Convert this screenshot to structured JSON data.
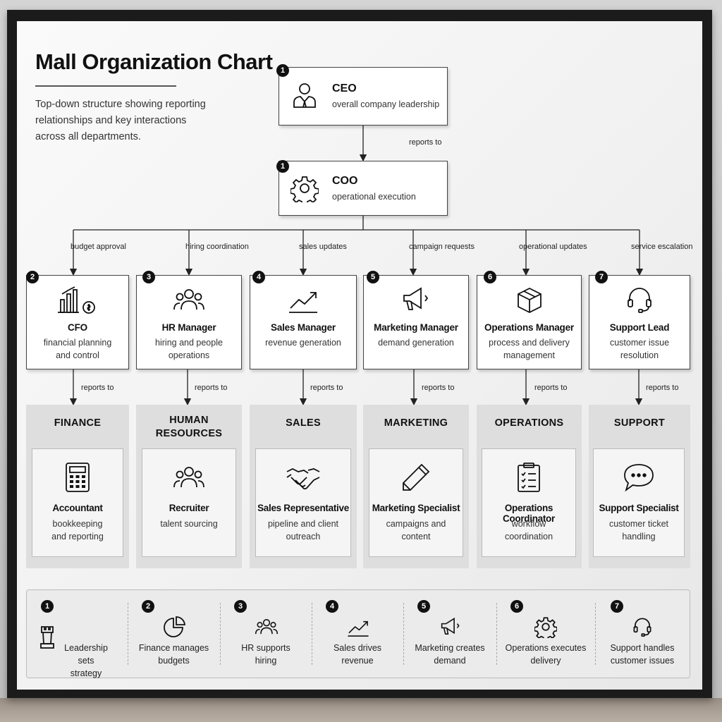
{
  "title": "Mall Organization Chart",
  "subtitle_lines": [
    "Top-down structure showing reporting",
    "relationships and key interactions",
    "across all departments."
  ],
  "exec": [
    {
      "badge": "1",
      "title": "CEO",
      "desc": "overall company leadership",
      "icon": "executive-person-icon"
    },
    {
      "badge": "1",
      "title": "COO",
      "desc": "operational execution",
      "icon": "gear-icon"
    }
  ],
  "ceo_coo_label": "reports to",
  "managers": [
    {
      "badge": "2",
      "title": "CFO",
      "desc_lines": [
        "financial planning",
        "and control"
      ],
      "link_label": "budget approval",
      "icon": "finance-chart-icon"
    },
    {
      "badge": "3",
      "title": "HR Manager",
      "desc_lines": [
        "hiring and people",
        "operations"
      ],
      "link_label": "hiring coordination",
      "icon": "people-group-icon"
    },
    {
      "badge": "4",
      "title": "Sales Manager",
      "desc_lines": [
        "revenue generation"
      ],
      "link_label": "sales updates",
      "icon": "trend-up-icon"
    },
    {
      "badge": "5",
      "title": "Marketing Manager",
      "desc_lines": [
        "demand generation"
      ],
      "link_label": "campaign requests",
      "icon": "megaphone-icon"
    },
    {
      "badge": "6",
      "title": "Operations Manager",
      "desc_lines": [
        "process and delivery",
        "management"
      ],
      "link_label": "operational updates",
      "icon": "box-icon"
    },
    {
      "badge": "7",
      "title": "Support Lead",
      "desc_lines": [
        "customer issue",
        "resolution"
      ],
      "link_label": "service escalation",
      "icon": "headset-icon"
    }
  ],
  "dept_reports_label": "reports to",
  "departments": [
    {
      "name_lines": [
        "FINANCE"
      ],
      "role": "Accountant",
      "desc_lines": [
        "bookkeeping",
        "and reporting"
      ],
      "icon": "calculator-icon"
    },
    {
      "name_lines": [
        "HUMAN",
        "RESOURCES"
      ],
      "role": "Recruiter",
      "desc_lines": [
        "talent sourcing"
      ],
      "icon": "people-group-icon"
    },
    {
      "name_lines": [
        "SALES"
      ],
      "role": "Sales Representative",
      "desc_lines": [
        "pipeline and client",
        "outreach"
      ],
      "icon": "handshake-icon"
    },
    {
      "name_lines": [
        "MARKETING"
      ],
      "role": "Marketing Specialist",
      "desc_lines": [
        "campaigns and",
        "content"
      ],
      "icon": "pencil-icon"
    },
    {
      "name_lines": [
        "OPERATIONS"
      ],
      "role": "Operations Coordinator",
      "desc_lines": [
        "workflow",
        "coordination"
      ],
      "icon": "clipboard-checklist-icon"
    },
    {
      "name_lines": [
        "SUPPORT"
      ],
      "role": "Support Specialist",
      "desc_lines": [
        "customer ticket",
        "handling"
      ],
      "icon": "speech-bubble-icon"
    }
  ],
  "legend": [
    {
      "badge": "1",
      "text_lines": [
        "Leadership sets",
        "strategy"
      ],
      "icon": "chess-rook-icon"
    },
    {
      "badge": "2",
      "text_lines": [
        "Finance manages",
        "budgets"
      ],
      "icon": "pie-chart-icon"
    },
    {
      "badge": "3",
      "text_lines": [
        "HR supports",
        "hiring"
      ],
      "icon": "people-group-icon"
    },
    {
      "badge": "4",
      "text_lines": [
        "Sales drives",
        "revenue"
      ],
      "icon": "trend-up-icon"
    },
    {
      "badge": "5",
      "text_lines": [
        "Marketing creates",
        "demand"
      ],
      "icon": "megaphone-icon"
    },
    {
      "badge": "6",
      "text_lines": [
        "Operations executes",
        "delivery"
      ],
      "icon": "gear-icon"
    },
    {
      "badge": "7",
      "text_lines": [
        "Support handles",
        "customer issues"
      ],
      "icon": "headset-icon"
    }
  ]
}
